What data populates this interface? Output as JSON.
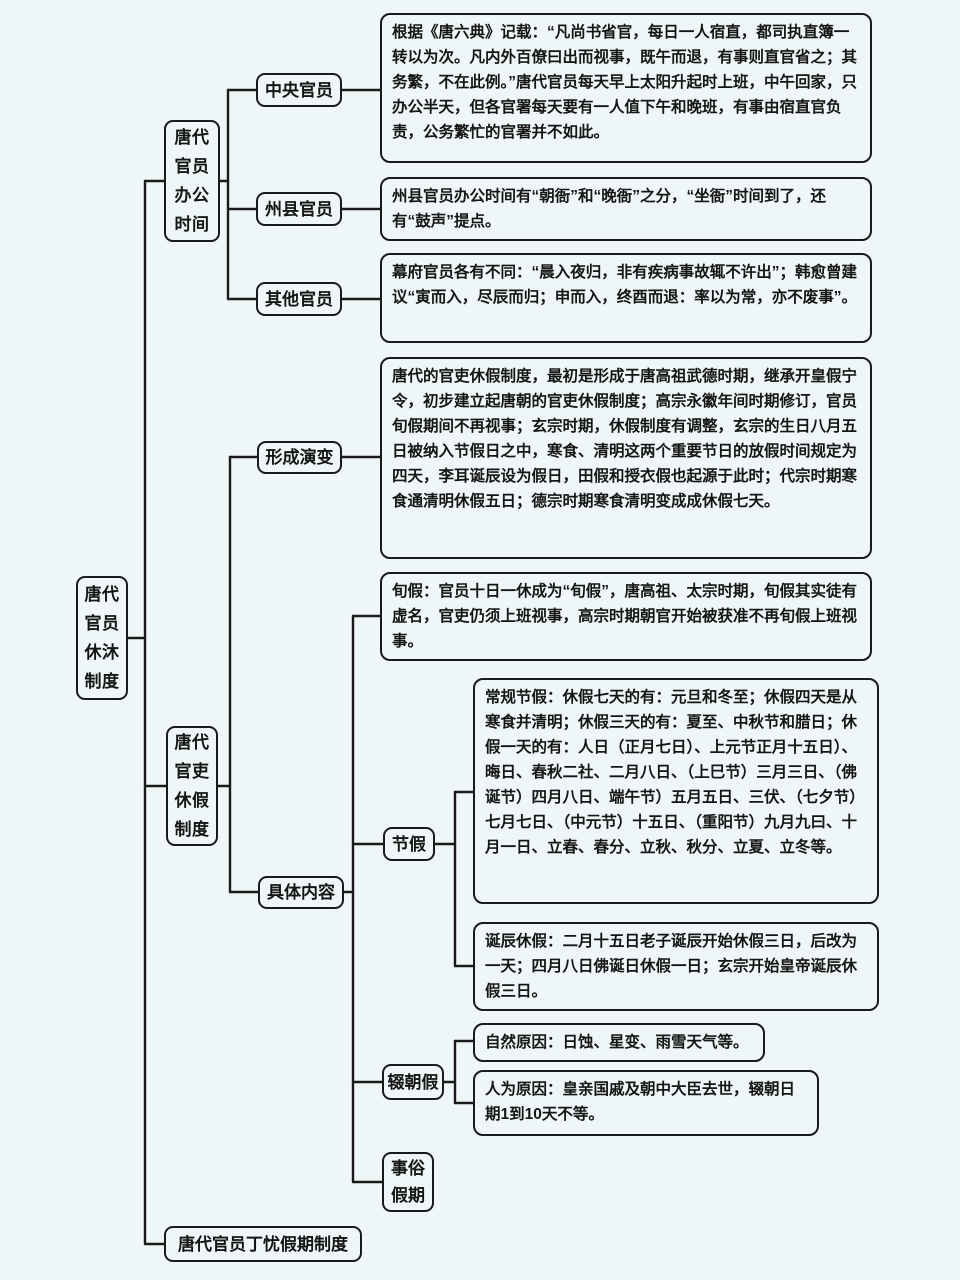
{
  "colors": {
    "background": "#eff6f7",
    "line": "#1a1a1a",
    "text": "#151515"
  },
  "root": {
    "label": "唐代官员休沐制度"
  },
  "branches": [
    {
      "label": "唐代官员办公时间",
      "children": [
        {
          "label": "中央官员",
          "content": "根据《唐六典》记载：“凡尚书省官，每日一人宿直，都司执直簿一转以为次。凡内外百僚曰出而视事，既午而退，有事则直官省之；其务繁，不在此例。”唐代官员每天早上太阳升起时上班，中午回家，只办公半天，但各官署每天要有一人值下午和晚班，有事由宿直官负责，公务繁忙的官署并不如此。"
        },
        {
          "label": "州县官员",
          "content": "州县官员办公时间有“朝衙”和“晚衙”之分，“坐衙”时间到了，还有“鼓声”提点。"
        },
        {
          "label": "其他官员",
          "content": "幕府官员各有不同：“晨入夜归，非有疾病事故辄不许出”；韩愈曾建议“寅而入，尽辰而归；申而入，终酉而退：率以为常，亦不废事”。"
        }
      ]
    },
    {
      "label": "唐代官吏休假制度",
      "children": [
        {
          "label": "形成演变",
          "content": "唐代的官吏休假制度，最初是形成于唐高祖武德时期，继承开皇假宁令，初步建立起唐朝的官吏休假制度；高宗永徽年间时期修订，官员旬假期间不再视事；玄宗时期，休假制度有调整，玄宗的生日八月五日被纳入节假日之中，寒食、清明这两个重要节日的放假时间规定为四天，李耳诞辰设为假日，田假和授衣假也起源于此时；代宗时期寒食通清明休假五日；德宗时期寒食清明变成成休假七天。"
        },
        {
          "label": "具体内容",
          "children": [
            {
              "content": "旬假：官员十日一休成为“旬假”，唐高祖、太宗时期，旬假其实徒有虚名，官吏仍须上班视事，高宗时期朝官开始被获准不再旬假上班视事。"
            },
            {
              "label": "节假",
              "children": [
                {
                  "content": "常规节假：休假七天的有：元旦和冬至；休假四天是从寒食并清明；休假三天的有：夏至、中秋节和腊日；休假一天的有：人日（正月七日）、上元节正月十五日）、晦日、春秋二社、二月八日、（上巳节）三月三日、（佛诞节）四月八日、端午节）五月五日、三伏、（七夕节）七月七日、（中元节）十五日、（重阳节）九月九曰、十月一日、立春、春分、立秋、秋分、立夏、立冬等。"
                },
                {
                  "content": "诞辰休假：二月十五日老子诞辰开始休假三日，后改为一天；四月八日佛诞日休假一日；玄宗开始皇帝诞辰休假三日。"
                }
              ]
            },
            {
              "label": "辍朝假",
              "children": [
                {
                  "content": "自然原因：日蚀、星变、雨雪天气等。"
                },
                {
                  "content": "人为原因：皇亲国戚及朝中大臣去世，辍朝日期1到10天不等。"
                }
              ]
            },
            {
              "label": "事俗假期"
            }
          ]
        }
      ]
    },
    {
      "label": "唐代官员丁忧假期制度"
    }
  ]
}
